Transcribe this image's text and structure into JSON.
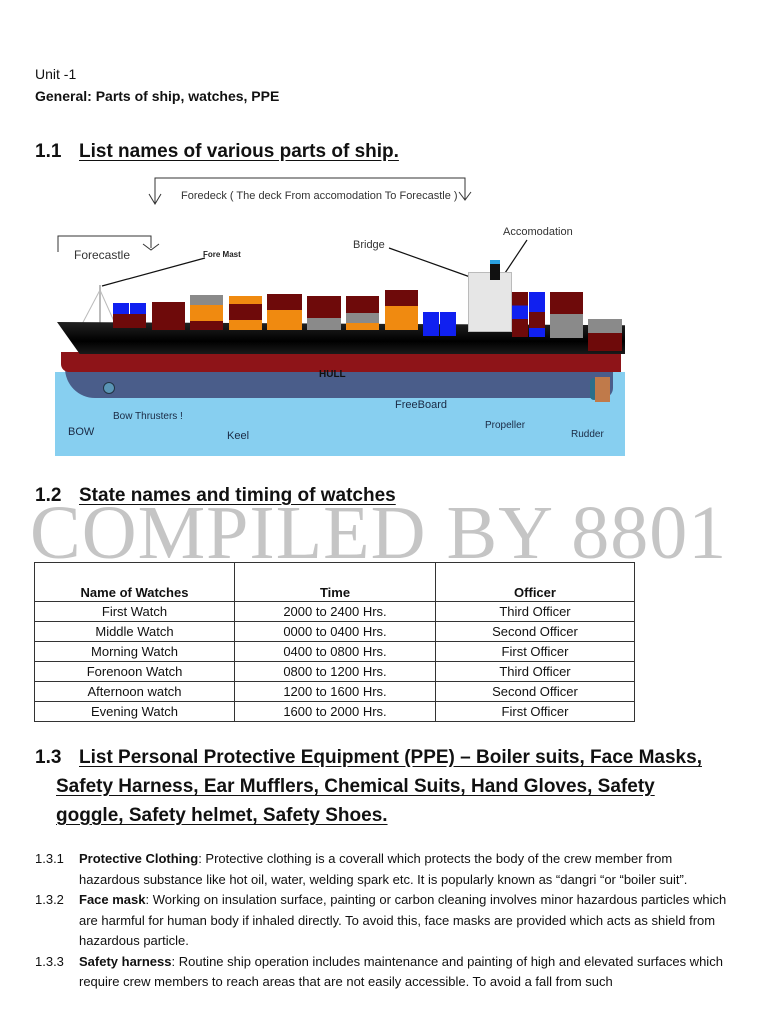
{
  "header": {
    "unit": "Unit -1",
    "subtitle": "General: Parts of ship, watches, PPE"
  },
  "section_1_1": {
    "number": "1.1",
    "title": "List names of various parts of ship."
  },
  "diagram": {
    "labels": {
      "foredeck": "Foredeck ( The deck From accomodation To Forecastle )",
      "forecastle": "Forecastle",
      "fore_mast": "Fore Mast",
      "bridge": "Bridge",
      "accomodation": "Accomodation",
      "hull": "HULL",
      "freeboard": "FreeBoard",
      "bow_thrusters": "Bow Thrusters !",
      "bow": "BOW",
      "keel": "Keel",
      "propeller": "Propeller",
      "rudder": "Rudder"
    },
    "colors": {
      "water": "#87cff0",
      "hull_below": "#4a5d8a",
      "hull_red": "#8e1418",
      "hull_black": "#000000",
      "container_red": "#6e0a0a",
      "container_orange": "#f08a10",
      "container_gray": "#8a8a8a",
      "container_blue": "#1020f0"
    }
  },
  "section_1_2": {
    "number": "1.2",
    "title": "State names and timing of watches"
  },
  "watermark": "COMPILED BY 8801",
  "watches_table": {
    "headers": [
      "Name of Watches",
      "Time",
      "Officer"
    ],
    "rows": [
      [
        "First Watch",
        "2000 to 2400 Hrs.",
        "Third Officer"
      ],
      [
        "Middle Watch",
        "0000 to 0400 Hrs.",
        "Second Officer"
      ],
      [
        "Morning Watch",
        "0400 to 0800 Hrs.",
        "First Officer"
      ],
      [
        "Forenoon Watch",
        "0800 to 1200 Hrs.",
        "Third Officer"
      ],
      [
        "Afternoon watch",
        "1200 to 1600 Hrs.",
        "Second Officer"
      ],
      [
        "Evening Watch",
        "1600 to 2000 Hrs.",
        "First Officer"
      ]
    ]
  },
  "section_1_3": {
    "number": "1.3",
    "title_line1": "List Personal Protective Equipment (PPE) – Boiler suits, Face Masks,",
    "title_line2": "Safety Harness, Ear Mufflers, Chemical Suits, Hand Gloves, Safety",
    "title_line3": "goggle, Safety helmet, Safety Shoes.",
    "items": [
      {
        "number": "1.3.1",
        "term": "Protective Clothing",
        "text": ": Protective clothing is a coverall which protects the body of the crew member from hazardous substance like hot oil, water, welding spark etc. It is popularly known as “dangri “or “boiler suit”."
      },
      {
        "number": "1.3.2",
        "term": "Face mask",
        "text": ": Working on insulation surface, painting or carbon cleaning involves minor hazardous particles which are harmful for human body if inhaled directly. To avoid this, face masks are provided which acts as shield from hazardous particle."
      },
      {
        "number": "1.3.3",
        "term": "Safety harness",
        "text": ": Routine ship operation includes maintenance and painting of high and elevated surfaces which require crew members to reach areas that are not easily accessible. To avoid a fall from such"
      }
    ]
  }
}
